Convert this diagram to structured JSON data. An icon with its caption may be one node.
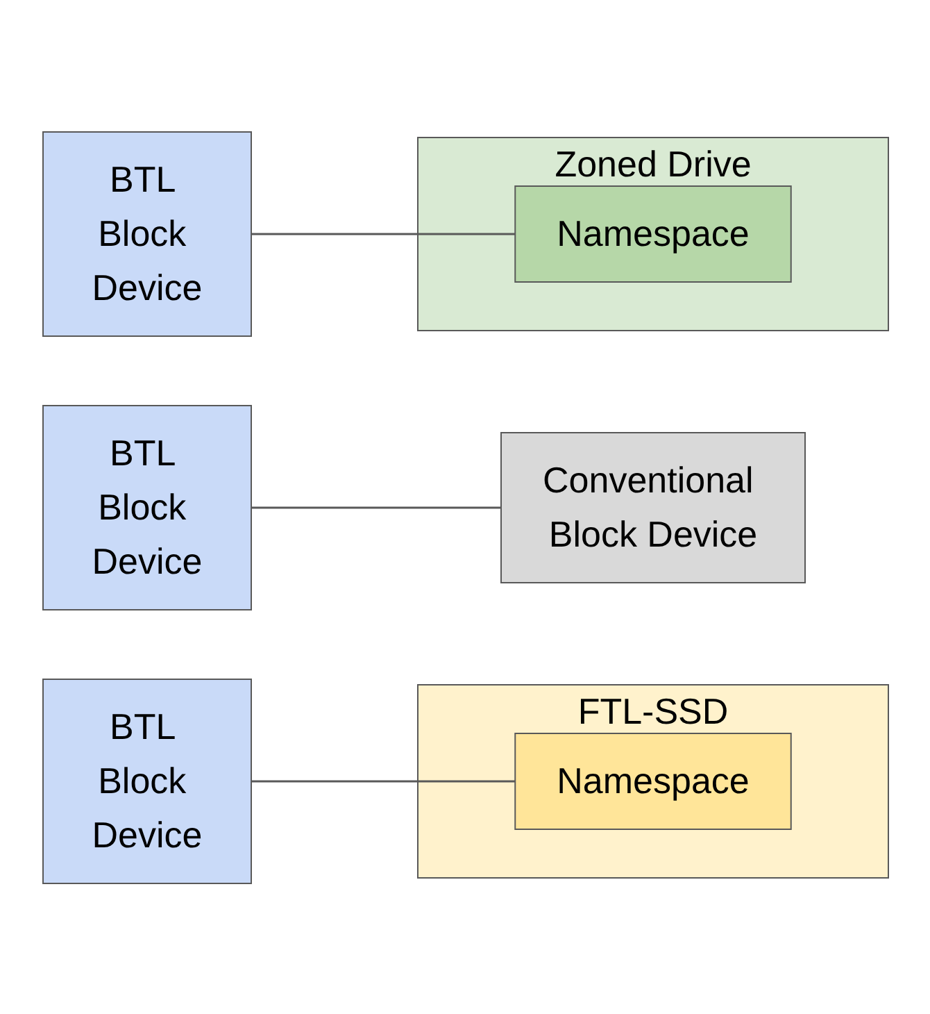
{
  "diagram": {
    "nodes": [
      {
        "text": [
          "BTL Block Device"
        ]
      },
      {
        "text": [
          "Conventional Block Device"
        ]
      },
      {
        "text": [
          "BTL Block Device"
        ]
      },
      {
        "text": [
          "FTL-SSD"
        ]
      },
      {
        "text": [
          "Namespace"
        ],
        "in": 3
      },
      {
        "text": [
          "BTL Block Device"
        ]
      },
      {
        "text": [
          "Zoned Drive"
        ]
      },
      {
        "text": [
          "Namespace"
        ],
        "in": 6
      }
    ],
    "edges": [
      {
        "from": 0,
        "to": 1,
        "arrow": "none"
      },
      {
        "from": 2,
        "to": 4,
        "arrow": "none"
      },
      {
        "from": 5,
        "to": 7,
        "arrow": "none"
      }
    ]
  }
}
